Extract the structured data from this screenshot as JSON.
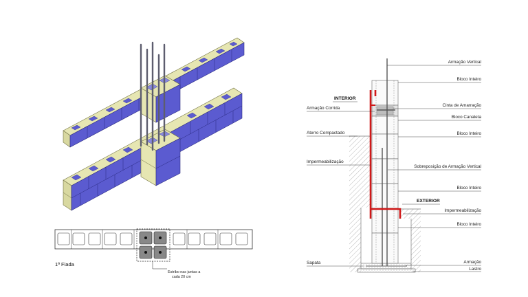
{
  "left": {
    "fiada_label": "1ª Fiada",
    "stirrup_note_line1": "Estribo nas juntas a",
    "stirrup_note_line2": "cada 20 cm"
  },
  "right": {
    "labels_right": [
      "Armação Vertical",
      "Bloco Inteiro",
      "Cinta de Amarração",
      "Bloco Canaleta",
      "Bloco Inteiro",
      "Sobreposição de Armação Vertical",
      "Bloco Inteiro",
      "Impermeabilização",
      "Bloco Inteiro",
      "Armação",
      "Lastro"
    ],
    "labels_left": [
      "Armação Corrida",
      "Aterro Compactado",
      "Impermeabilização",
      "Sapata"
    ],
    "interior_label": "INTERIOR",
    "exterior_label": "EXTERIOR"
  },
  "colors": {
    "block_face": "#5b5bd0",
    "block_face_dark": "#3f3fb0",
    "block_top": "#e6e6b2",
    "waterproofing_red": "#d01818",
    "rebar": "#6b6b7a",
    "soil_hatch": "#9a9a9a"
  }
}
